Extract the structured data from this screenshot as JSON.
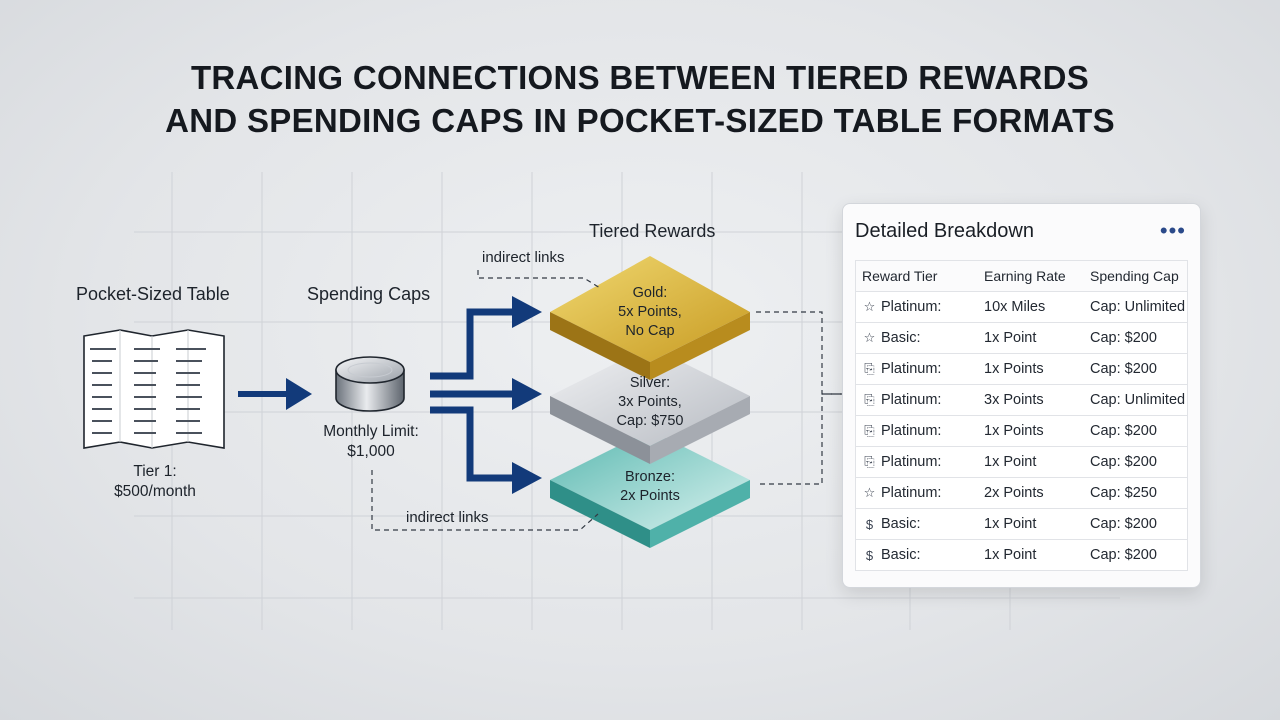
{
  "title": {
    "line1": "TRACING CONNECTIONS BETWEEN TIERED REWARDS",
    "line2": "AND SPENDING CAPS IN POCKET-SIZED TABLE FORMATS"
  },
  "pocket_table": {
    "label": "Pocket-Sized Table",
    "tier_line1": "Tier 1:",
    "tier_line2": "$500/month"
  },
  "spending_caps": {
    "label": "Spending Caps",
    "limit_line1": "Monthly Limit:",
    "limit_line2": "$1,000"
  },
  "tiered_rewards": {
    "label": "Tiered Rewards",
    "tiers": [
      {
        "name": "Gold:",
        "line2": "5x Points,",
        "line3": "No Cap",
        "color": "#d9b43c"
      },
      {
        "name": "Silver:",
        "line2": "3x Points,",
        "line3": "Cap: $750",
        "color": "#c9ccd2"
      },
      {
        "name": "Bronze:",
        "line2": "2x Points",
        "line3": "",
        "color": "#8fd3cd"
      }
    ]
  },
  "annotations": {
    "indirect_top": "indirect links",
    "indirect_bottom": "indirect links"
  },
  "colors": {
    "arrow": "#123a7a",
    "dashed": "#333a44"
  },
  "breakdown": {
    "title": "Detailed Breakdown",
    "menu_icon": "more-horizontal-icon",
    "headers": [
      "Reward Tier",
      "Earning Rate",
      "Spending Cap"
    ],
    "rows": [
      {
        "icon": "star-icon",
        "tier": "Platinum:",
        "rate": "10x Miles",
        "cap": "Cap: Unlimited"
      },
      {
        "icon": "star-icon",
        "tier": "Basic:",
        "rate": "1x Point",
        "cap": "Cap: $200"
      },
      {
        "icon": "card-icon",
        "tier": "Platinum:",
        "rate": "1x Points",
        "cap": "Cap: $200"
      },
      {
        "icon": "card-icon",
        "tier": "Platinum:",
        "rate": "3x Points",
        "cap": "Cap: Unlimited"
      },
      {
        "icon": "card-icon",
        "tier": "Platinum:",
        "rate": "1x Points",
        "cap": "Cap: $200"
      },
      {
        "icon": "card-icon",
        "tier": "Platinum:",
        "rate": "1x Point",
        "cap": "Cap: $200"
      },
      {
        "icon": "star-icon",
        "tier": "Platinum:",
        "rate": "2x Points",
        "cap": "Cap: $250"
      },
      {
        "icon": "dollar-icon",
        "tier": "Basic:",
        "rate": "1x Point",
        "cap": "Cap: $200"
      },
      {
        "icon": "dollar-icon",
        "tier": "Basic:",
        "rate": "1x Point",
        "cap": "Cap: $200"
      }
    ]
  }
}
